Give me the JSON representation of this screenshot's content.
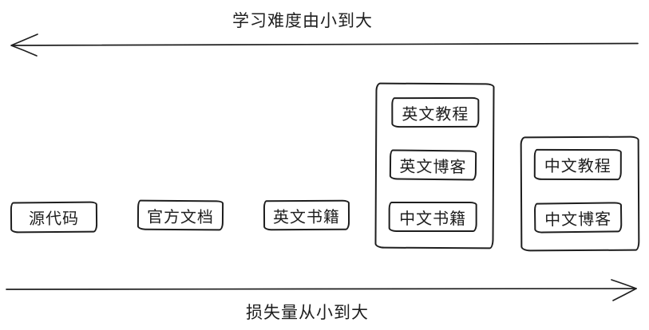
{
  "diagram": {
    "top_axis_label": "学习难度由小到大",
    "bottom_axis_label": "损失量从小到大"
  },
  "nodes": {
    "source_code": "源代码",
    "official_docs": "官方文档",
    "english_books": "英文书籍",
    "english_tutorials": "英文教程",
    "english_blogs": "英文博客",
    "chinese_books": "中文书籍",
    "chinese_tutorials": "中文教程",
    "chinese_blogs": "中文博客"
  },
  "colors": {
    "stroke": "#1e1e1e",
    "background": "#ffffff"
  }
}
